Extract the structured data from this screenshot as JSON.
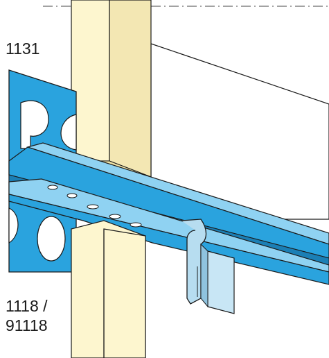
{
  "labels": {
    "profile_top": "1131",
    "profile_bottom_line1": "1118 /",
    "profile_bottom_line2": "91118"
  },
  "colors": {
    "rail_blue": "#2aa3de",
    "rail_blue_light": "#8fd2f2",
    "rail_blue_dark": "#1b7fb5",
    "post_cream": "#fdf6cf",
    "post_cream_dark": "#efe2a6",
    "clip_blue": "#b7ddf0",
    "outline": "#1a1a1a"
  }
}
